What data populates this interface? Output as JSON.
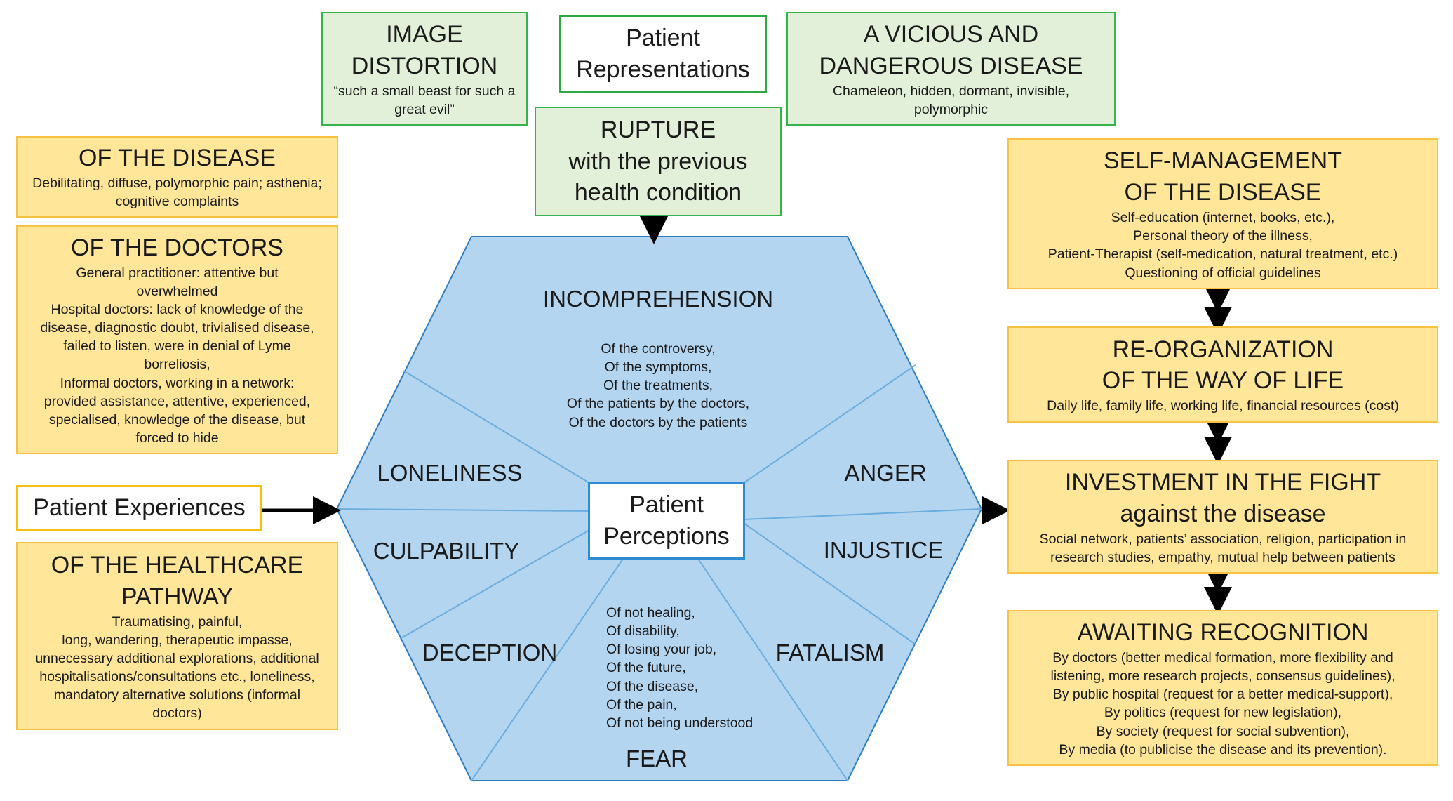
{
  "top": {
    "image_distortion": {
      "title": "IMAGE\nDISTORTION",
      "text": "“such a small beast for such a\ngreat evil”"
    },
    "patient_representations": "Patient\nRepresentations",
    "vicious_disease": {
      "title": "A VICIOUS AND\nDANGEROUS DISEASE",
      "text": "Chameleon, hidden, dormant, invisible,\npolymorphic"
    },
    "rupture": "RUPTURE\nwith the previous\nhealth condition"
  },
  "left": {
    "of_the_disease": {
      "title": "OF THE DISEASE",
      "text": "Debilitating, diffuse, polymorphic pain; asthenia;\ncognitive complaints"
    },
    "of_the_doctors": {
      "title": "OF THE DOCTORS",
      "text": "General practitioner: attentive but\noverwhelmed\nHospital doctors: lack of knowledge of the\ndisease, diagnostic doubt, trivialised disease,\nfailed to listen, were in denial of Lyme\nborreliosis,\nInformal doctors, working in a network:\nprovided assistance, attentive, experienced,\nspecialised, knowledge of the disease, but\nforced to hide"
    },
    "patient_experiences": "Patient Experiences",
    "of_the_healthcare_pathway": {
      "title": "OF THE HEALTHCARE\nPATHWAY",
      "text": "Traumatising, painful,\nlong, wandering, therapeutic impasse,\nunnecessary additional explorations, additional\nhospitalisations/consultations etc., loneliness,\nmandatory alternative solutions (informal\ndoctors)"
    }
  },
  "center": {
    "incomprehension": {
      "title": "INCOMPREHENSION",
      "text": "Of the controversy,\nOf the symptoms,\nOf the treatments,\nOf the patients by the doctors,\nOf the doctors by the patients"
    },
    "loneliness": "LONELINESS",
    "anger": "ANGER",
    "culpability": "CULPABILITY",
    "injustice": "INJUSTICE",
    "deception": "DECEPTION",
    "fatalism": "FATALISM",
    "fear": {
      "title": "FEAR",
      "text": "Of not healing,\nOf disability,\nOf losing your job,\nOf the future,\nOf the disease,\nOf the pain,\nOf not being understood"
    },
    "patient_perceptions": "Patient\nPerceptions"
  },
  "right": {
    "self_management": {
      "title": "SELF-MANAGEMENT\nOF THE DISEASE",
      "text": "Self-education (internet, books, etc.),\nPersonal theory of the illness,\nPatient-Therapist (self-medication, natural treatment, etc.)\nQuestioning of official guidelines"
    },
    "reorganization": {
      "title": "RE-ORGANIZATION\nOF THE WAY OF LIFE",
      "text": "Daily life, family life, working life, financial resources (cost)"
    },
    "investment": {
      "title": "INVESTMENT IN THE FIGHT\nagainst the disease",
      "text": "Social network, patients’ association, religion, participation in\nresearch studies, empathy, mutual help between patients"
    },
    "awaiting_recognition": {
      "title": "AWAITING RECOGNITION",
      "text": "By doctors (better medical formation, more flexibility and\nlistening, more research projects, consensus guidelines),\nBy public hospital (request for a better medical-support),\nBy politics (request for new legislation),\nBy society (request for social subvention),\nBy media (to publicise the disease and its prevention)."
    }
  },
  "colors": {
    "hexagon_fill": "#b4d5f0",
    "hexagon_stroke": "#2f7ec2",
    "divider": "#6aaee0",
    "yellow_fill": "#ffe699",
    "green_fill": "#e2f0d9"
  }
}
